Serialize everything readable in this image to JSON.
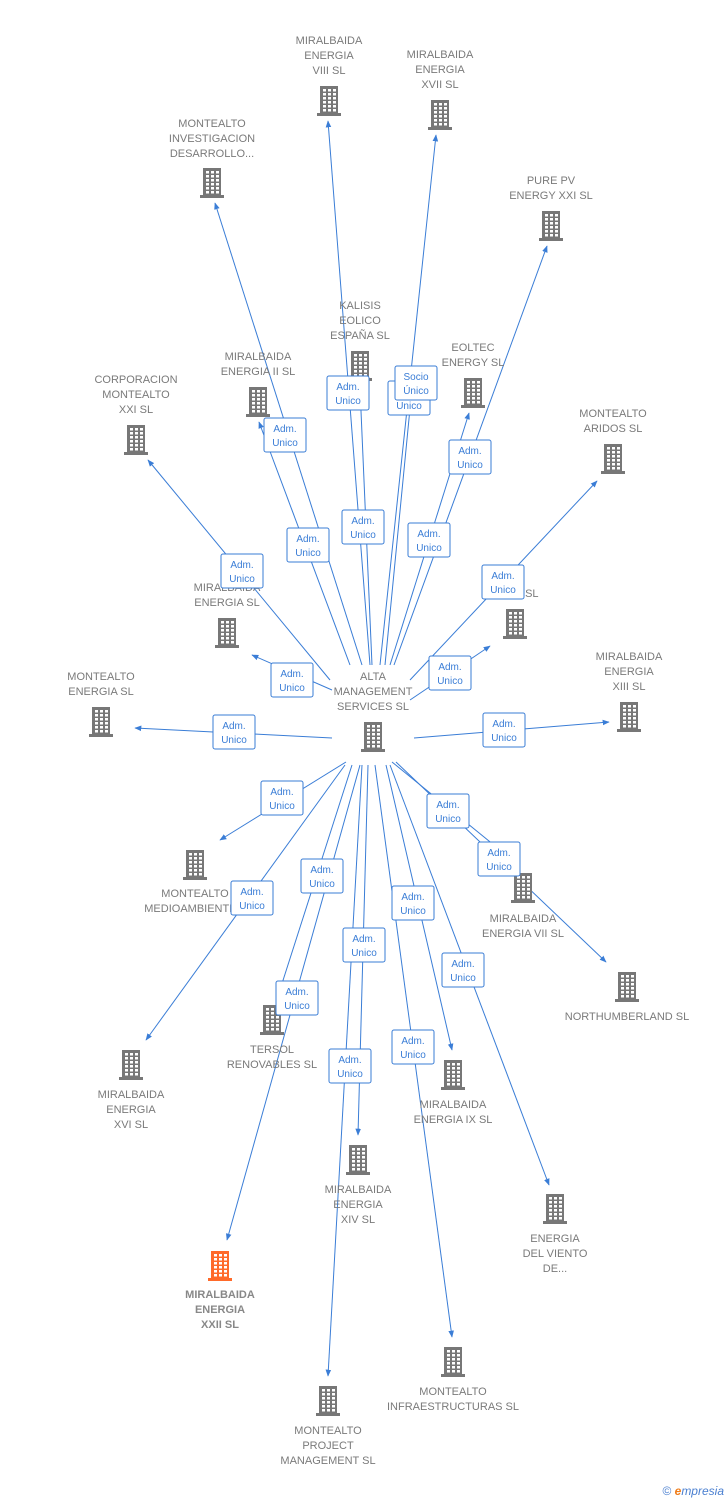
{
  "colors": {
    "edge": "#3a7dd6",
    "node": "#777777",
    "highlight": "#ff6a2a"
  },
  "center": {
    "id": "alta",
    "label": [
      "ALTA",
      "MANAGEMENT",
      "SERVICES SL"
    ],
    "icon": "building-icon"
  },
  "nodes": [
    {
      "id": "mir8",
      "label": [
        "MIRALBAIDA",
        "ENERGIA",
        "VIII SL"
      ]
    },
    {
      "id": "mir17",
      "label": [
        "MIRALBAIDA",
        "ENERGIA",
        "XVII SL"
      ]
    },
    {
      "id": "mid",
      "label": [
        "MONTEALTO",
        "INVESTIGACION",
        "DESARROLLO..."
      ]
    },
    {
      "id": "pure",
      "label": [
        "PURE PV",
        "ENERGY XXI SL"
      ]
    },
    {
      "id": "kal",
      "label": [
        "KALISIS",
        "EOLICO",
        "ESPAÑA SL"
      ]
    },
    {
      "id": "eol",
      "label": [
        "EOLTEC",
        "ENERGY SL"
      ]
    },
    {
      "id": "mir2",
      "label": [
        "MIRALBAIDA",
        "ENERGIA II SL"
      ]
    },
    {
      "id": "corp",
      "label": [
        "CORPORACION",
        "MONTEALTO",
        "XXI SL"
      ]
    },
    {
      "id": "arid",
      "label": [
        "MONTEALTO",
        "ARIDOS SL"
      ]
    },
    {
      "id": "mirE",
      "label": [
        "MIRALBAIDA",
        "ENERGIA SL"
      ]
    },
    {
      "id": "inn",
      "label": [
        "IN... E SL"
      ]
    },
    {
      "id": "meng",
      "label": [
        "MONTEALTO",
        "ENERGIA SL"
      ]
    },
    {
      "id": "mir13",
      "label": [
        "MIRALBAIDA",
        "ENERGIA",
        "XIII SL"
      ]
    },
    {
      "id": "mmed",
      "label": [
        "MONTEALTO",
        "MEDIOAMBIENTE..."
      ]
    },
    {
      "id": "mir7",
      "label": [
        "MIRALBAIDA",
        "ENERGIA VII SL"
      ]
    },
    {
      "id": "north",
      "label": [
        "NORTHUMBERLAND SL"
      ]
    },
    {
      "id": "ters",
      "label": [
        "TERSOL",
        "RENOVABLES SL"
      ]
    },
    {
      "id": "mir16",
      "label": [
        "MIRALBAIDA",
        "ENERGIA",
        "XVI SL"
      ]
    },
    {
      "id": "mir9",
      "label": [
        "MIRALBAIDA",
        "ENERGIA IX SL"
      ]
    },
    {
      "id": "mir14",
      "label": [
        "MIRALBAIDA",
        "ENERGIA",
        "XIV SL"
      ]
    },
    {
      "id": "edv",
      "label": [
        "ENERGIA",
        "DEL VIENTO",
        "DE..."
      ]
    },
    {
      "id": "mir22",
      "label": [
        "MIRALBAIDA",
        "ENERGIA",
        "XXII SL"
      ],
      "highlight": true
    },
    {
      "id": "minf",
      "label": [
        "MONTEALTO",
        "INFRAESTRUCTURAS SL"
      ]
    },
    {
      "id": "mproj",
      "label": [
        "MONTEALTO",
        "PROJECT",
        "MANAGEMENT SL"
      ]
    }
  ],
  "edges": [
    {
      "to": "mir8",
      "badge": [
        "Adm.",
        "Unico"
      ]
    },
    {
      "to": "mir17",
      "badge": [
        "Adm.",
        "Unico"
      ]
    },
    {
      "to": "mid",
      "badge": [
        "Adm.",
        "Unico"
      ]
    },
    {
      "to": "pure",
      "badge": [
        "Adm.",
        "Unico"
      ]
    },
    {
      "to": "kal",
      "badge": [
        "Adm.",
        "Unico"
      ]
    },
    {
      "to": "kal",
      "badge": [
        "Socio",
        "Único"
      ]
    },
    {
      "to": "eol",
      "badge": [
        "Adm.",
        "Unico"
      ]
    },
    {
      "to": "mir2",
      "badge": [
        "Adm.",
        "Unico"
      ]
    },
    {
      "to": "corp",
      "badge": [
        "Adm.",
        "Unico"
      ]
    },
    {
      "to": "arid",
      "badge": [
        "Adm.",
        "Unico"
      ]
    },
    {
      "to": "mirE",
      "badge": [
        "Adm.",
        "Unico"
      ]
    },
    {
      "to": "inn",
      "badge": [
        "Adm.",
        "Unico"
      ]
    },
    {
      "to": "meng",
      "badge": [
        "Adm.",
        "Unico"
      ]
    },
    {
      "to": "mir13",
      "badge": [
        "Adm.",
        "Unico"
      ]
    },
    {
      "to": "mmed",
      "badge": [
        "Adm.",
        "Unico"
      ]
    },
    {
      "to": "mir7",
      "badge": [
        "Adm.",
        "Unico"
      ]
    },
    {
      "to": "north",
      "badge": [
        "Adm.",
        "Unico"
      ]
    },
    {
      "to": "ters",
      "badge": [
        "Adm.",
        "Unico"
      ]
    },
    {
      "to": "mir16",
      "badge": [
        "Adm.",
        "Unico"
      ]
    },
    {
      "to": "mir9",
      "badge": [
        "Adm.",
        "Unico"
      ]
    },
    {
      "to": "mir14",
      "badge": [
        "Adm.",
        "Unico"
      ]
    },
    {
      "to": "edv",
      "badge": [
        "Adm.",
        "Unico"
      ]
    },
    {
      "to": "mir22",
      "badge": [
        "Adm.",
        "Unico"
      ]
    },
    {
      "to": "minf",
      "badge": [
        "Adm.",
        "Unico"
      ]
    },
    {
      "to": "mproj",
      "badge": [
        "Adm.",
        "Unico"
      ]
    }
  ],
  "footer": {
    "copyright": "©",
    "brand_initial": "e",
    "brand_rest": "mpresia"
  }
}
